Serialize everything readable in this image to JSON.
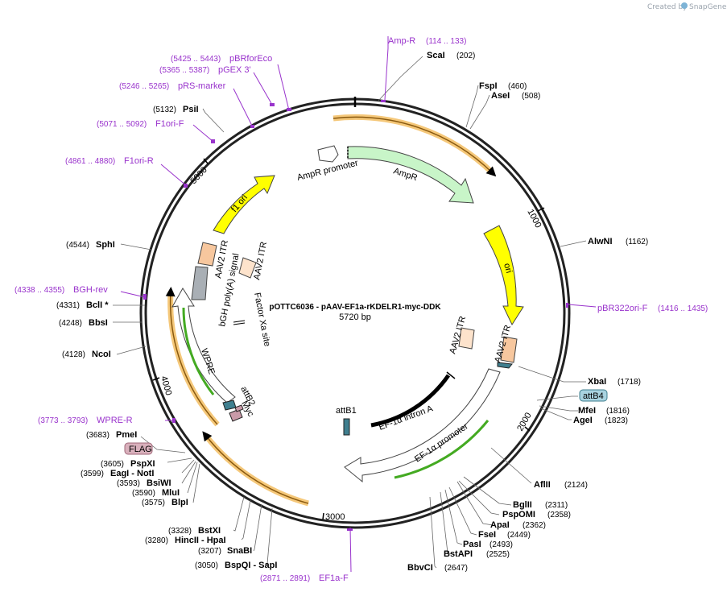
{
  "credit": {
    "prefix": "Created by",
    "brand": "SnapGene"
  },
  "plasmid": {
    "name": "pOTTC6036 - pAAV-EF1a-rKDELR1-myc-DDK",
    "size": "5720 bp"
  },
  "ticks": [
    "1000",
    "2000",
    "3000",
    "4000",
    "5000"
  ],
  "enzymes": [
    {
      "name": "ScaI",
      "pos": "(202)"
    },
    {
      "name": "FspI",
      "pos": "(460)"
    },
    {
      "name": "AseI",
      "pos": "(508)"
    },
    {
      "name": "AlwNI",
      "pos": "(1162)"
    },
    {
      "name": "XbaI",
      "pos": "(1718)"
    },
    {
      "name": "MfeI",
      "pos": "(1816)"
    },
    {
      "name": "AgeI",
      "pos": "(1823)"
    },
    {
      "name": "AflII",
      "pos": "(2124)"
    },
    {
      "name": "BglII",
      "pos": "(2311)"
    },
    {
      "name": "PspOMI",
      "pos": "(2358)"
    },
    {
      "name": "ApaI",
      "pos": "(2362)"
    },
    {
      "name": "FseI",
      "pos": "(2449)"
    },
    {
      "name": "PasI",
      "pos": "(2493)"
    },
    {
      "name": "BstAPI",
      "pos": "(2525)"
    },
    {
      "name": "BbvCI",
      "pos": "(2647)"
    },
    {
      "name": "BspQI - SapI",
      "pos": "(3050)"
    },
    {
      "name": "SnaBI",
      "pos": "(3207)"
    },
    {
      "name": "HincII - HpaI",
      "pos": "(3280)"
    },
    {
      "name": "BstXI",
      "pos": "(3328)"
    },
    {
      "name": "BlpI",
      "pos": "(3575)"
    },
    {
      "name": "MluI",
      "pos": "(3590)"
    },
    {
      "name": "BsiWI",
      "pos": "(3593)"
    },
    {
      "name": "EagI - NotI",
      "pos": "(3599)"
    },
    {
      "name": "PspXI",
      "pos": "(3605)"
    },
    {
      "name": "PmeI",
      "pos": "(3683)"
    },
    {
      "name": "NcoI",
      "pos": "(4128)"
    },
    {
      "name": "BbsI",
      "pos": "(4248)"
    },
    {
      "name": "BclI *",
      "pos": "(4331)"
    },
    {
      "name": "SphI",
      "pos": "(4544)"
    },
    {
      "name": "PsiI",
      "pos": "(5132)"
    }
  ],
  "primers": [
    {
      "name": "Amp-R",
      "range": "(114 .. 133)"
    },
    {
      "name": "pBR322ori-F",
      "range": "(1416 .. 1435)"
    },
    {
      "name": "EF1a-F",
      "range": "(2871 .. 2891)"
    },
    {
      "name": "WPRE-R",
      "range": "(3773 .. 3793)"
    },
    {
      "name": "BGH-rev",
      "range": "(4338 .. 4355)"
    },
    {
      "name": "F1ori-R",
      "range": "(4861 .. 4880)"
    },
    {
      "name": "F1ori-F",
      "range": "(5071 .. 5092)"
    },
    {
      "name": "pRS-marker",
      "range": "(5246 .. 5265)"
    },
    {
      "name": "pGEX 3'",
      "range": "(5365 .. 5387)"
    },
    {
      "name": "pBRforEco",
      "range": "(5425 .. 5443)"
    }
  ],
  "boxed_labels": [
    "attB4",
    "FLAG"
  ],
  "features": [
    "AmpR promoter",
    "AmpR",
    "ori",
    "AAV2 ITR",
    "AAV2 ITR",
    "attB1",
    "EF-1α intron A",
    "EF-1α promoter",
    "attB2",
    "Myc",
    "WPRE",
    "Factor Xa site",
    "bGH poly(A) signal",
    "AAV2 ITR",
    "AAV2 ITR",
    "f1 ori"
  ],
  "colors": {
    "primer": "#9933cc",
    "ampr": "#c8f5c8",
    "ori": "#ffff00",
    "itr": "#f7c79e",
    "itr_light": "#fde3cc",
    "highlight": "#f5c87a",
    "green": "#44aa22",
    "polyA": "#a9afb5",
    "attB": "#3f7f8f",
    "myc": "#c99aa8",
    "flag": "#d9b0bc",
    "attB4": "#a9d3e0"
  }
}
